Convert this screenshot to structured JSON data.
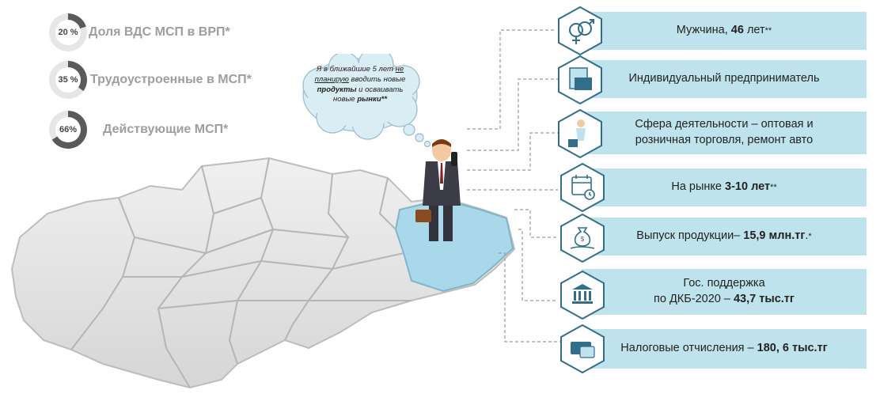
{
  "stats": [
    {
      "value": "20 %",
      "label": "Доля ВДС МСП в ВРП*",
      "fraction": 0.2
    },
    {
      "value": "35 %",
      "label": "Трудоустроенные в МСП*",
      "fraction": 0.35
    },
    {
      "value": "66%",
      "label": "Действующие МСП*",
      "fraction": 0.66
    }
  ],
  "thought": {
    "part1": "Я в ближайшие 5 лет ",
    "part2": "не планирую",
    "part3": " вводить новые ",
    "part4": "продукты",
    "part5": " и осваивать новые ",
    "part6": "рынки**"
  },
  "panels": [
    {
      "icon": "gender-icon",
      "pre": "Мужчина, ",
      "bold": "46",
      "post": " лет",
      "sup": "**"
    },
    {
      "icon": "entrepreneur-icon",
      "pre": "Индивидуальный предприниматель",
      "bold": "",
      "post": "",
      "sup": ""
    },
    {
      "icon": "worker-icon",
      "pre": "Сфера деятельности – оптовая и",
      "line2": "розничная торговля, ремонт авто"
    },
    {
      "icon": "calendar-icon",
      "pre": "На рынке ",
      "bold": "3-10 лет",
      "post": "",
      "sup": "**"
    },
    {
      "icon": "money-bag-icon",
      "pre": "Выпуск продукции– ",
      "bold": "15,9 млн.тг",
      "post": ".",
      "sup": "*"
    },
    {
      "icon": "bank-icon",
      "pre": "Гос. поддержка",
      "line2pre": "по ДКБ-2020 – ",
      "line2bold": "43,7 тыс.тг"
    },
    {
      "icon": "tax-icon",
      "pre": "Налоговые отчисления – ",
      "bold": "180, 6 тыс.тг",
      "post": "",
      "sup": ""
    }
  ],
  "colors": {
    "panel": "#bfe3ec",
    "ring_fill": "#5a5a5a",
    "ring_track": "#e6e6e6",
    "map_region": "#e5e5e5",
    "map_highlight": "#a9d8ea",
    "icon_stroke": "#2f6f8c"
  }
}
